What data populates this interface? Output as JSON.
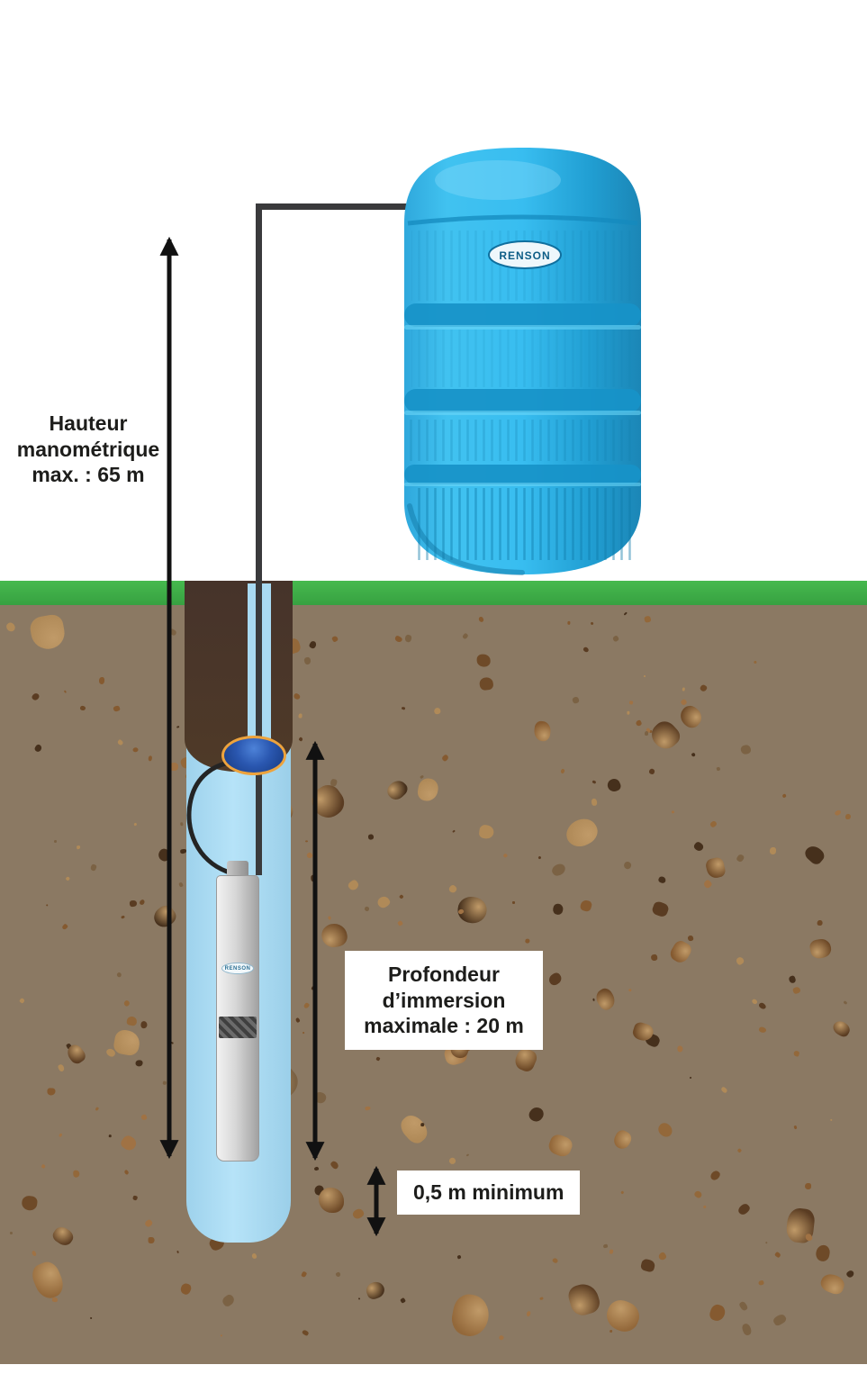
{
  "scene": {
    "name": "well-pump-installation-diagram"
  },
  "tank": {
    "brand": "RENSON"
  },
  "pump": {
    "brand": "RENSON"
  },
  "annotations": {
    "manometric_height": "Hauteur\nmanométrique\nmax. : 65 m",
    "immersion_depth": "Profondeur\nd’immersion\nmaximale : 20 m",
    "minimum_clearance": "0,5 m minimum"
  },
  "colors": {
    "grass": "#3fae47",
    "soil": "#8b7963",
    "trench": "#4a3628",
    "well_water": "#a9daf2",
    "tank_blue": "#2fb0e2",
    "pipe": "#3a3a3c",
    "pump_gray": "#d7d7d7",
    "cap_blue": "#2a57b0",
    "cap_rim": "#eda33d",
    "arrow": "#111111",
    "label_bg": "#ffffff",
    "label_text": "#1d1d1b"
  }
}
